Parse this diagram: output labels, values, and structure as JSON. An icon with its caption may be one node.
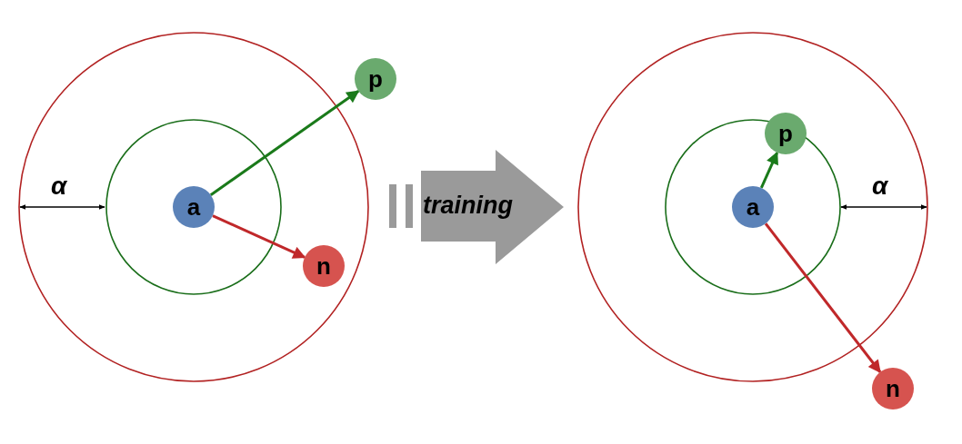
{
  "diagram": {
    "nodes": [
      {
        "text": [
          "a"
        ]
      },
      {
        "text": [
          "p"
        ]
      },
      {
        "text": [
          "n"
        ]
      },
      {
        "text": [
          "training"
        ]
      },
      {
        "text": [
          "a"
        ]
      },
      {
        "text": [
          "p"
        ]
      },
      {
        "text": [
          "n"
        ]
      }
    ],
    "edges": [
      {
        "from": 0,
        "to": 1,
        "arrow": "to",
        "color": "#1a7a1a"
      },
      {
        "from": 0,
        "to": 2,
        "arrow": "to",
        "color": "#c0282a"
      },
      {
        "from": 4,
        "to": 5,
        "arrow": "to",
        "color": "#1a7a1a"
      },
      {
        "from": 4,
        "to": 6,
        "arrow": "to",
        "color": "#c0282a"
      }
    ],
    "labels": [
      "α",
      "α"
    ]
  }
}
